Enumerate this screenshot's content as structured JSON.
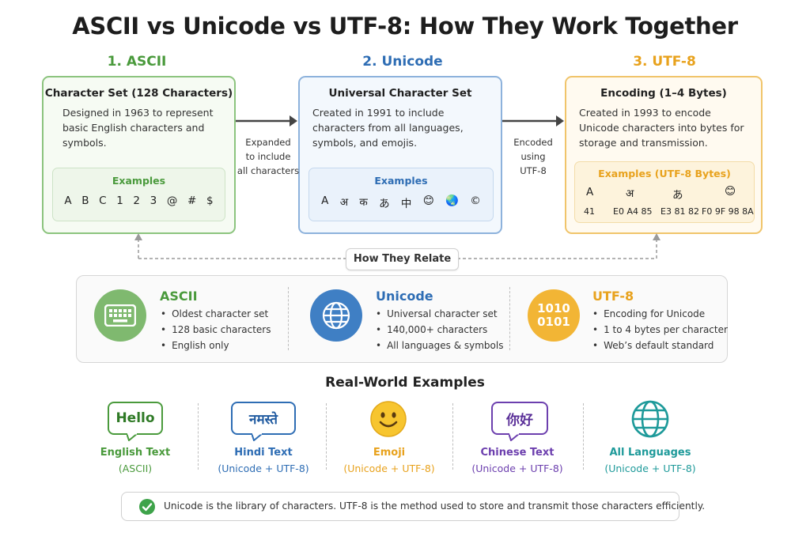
{
  "title": "ASCII vs Unicode vs UTF-8: How They Work Together",
  "colors": {
    "ascii": "#4a9a3c",
    "unicode": "#2e6db4",
    "utf8": "#e8a21d",
    "hindi": "#2e6db4",
    "emoji": "#e8a21d",
    "chinese": "#6c3fae",
    "all": "#1e9a9a"
  },
  "ascii": {
    "heading": "1. ASCII",
    "card_title": "Character Set (128 Characters)",
    "description": "Designed in 1963 to represent basic English characters and symbols.",
    "examples_label": "Examples",
    "examples": [
      "A",
      "B",
      "C",
      "1",
      "2",
      "3",
      "@",
      "#",
      "$"
    ]
  },
  "unicode": {
    "heading": "2. Unicode",
    "card_title": "Universal Character Set",
    "description": "Created in 1991 to include characters from all languages, symbols, and emojis.",
    "examples_label": "Examples",
    "examples": [
      "A",
      "अ",
      "क",
      "あ",
      "中",
      "😊",
      "🌏",
      "©"
    ]
  },
  "utf8": {
    "heading": "3. UTF-8",
    "card_title": "Encoding (1–4 Bytes)",
    "description": "Created in 1993 to encode Unicode characters into bytes for storage and transmission.",
    "examples_label": "Examples (UTF-8 Bytes)",
    "examples": [
      {
        "char": "A",
        "bytes": "41"
      },
      {
        "char": "अ",
        "bytes": "E0 A4 85"
      },
      {
        "char": "あ",
        "bytes": "E3 81 82"
      },
      {
        "char": "😊",
        "bytes": "F0 9F 98 8A"
      }
    ]
  },
  "arrows": {
    "first": [
      "Expanded",
      "to include",
      "all characters"
    ],
    "second": [
      "Encoded",
      "using",
      "UTF-8"
    ]
  },
  "relate_label": "How They Relate",
  "relate": {
    "ascii": {
      "name": "ASCII",
      "icon": "keyboard-icon",
      "bullets": [
        "Oldest character set",
        "128 basic characters",
        "English only"
      ]
    },
    "unicode": {
      "name": "Unicode",
      "icon": "globe-icon",
      "bullets": [
        "Universal character set",
        "140,000+ characters",
        "All languages & symbols"
      ]
    },
    "utf8": {
      "name": "UTF-8",
      "icon": "binary-icon",
      "binary_top": "1010",
      "binary_bottom": "0101",
      "bullets": [
        "Encoding for Unicode",
        "1 to 4 bytes per character",
        "Web’s default standard"
      ]
    }
  },
  "real_world": {
    "title": "Real-World Examples",
    "items": [
      {
        "bubble": "Hello",
        "name": "English Text",
        "sub": "(ASCII)"
      },
      {
        "bubble": "नमस्ते",
        "name": "Hindi Text",
        "sub": "(Unicode + UTF-8)"
      },
      {
        "bubble": "",
        "name": "Emoji",
        "sub": "(Unicode + UTF-8)"
      },
      {
        "bubble": "你好",
        "name": "Chinese Text",
        "sub": "(Unicode + UTF-8)"
      },
      {
        "bubble": "",
        "name": "All Languages",
        "sub": "(Unicode + UTF-8)"
      }
    ]
  },
  "footer": "Unicode is the library of characters. UTF-8 is the method used to store and transmit those characters efficiently."
}
